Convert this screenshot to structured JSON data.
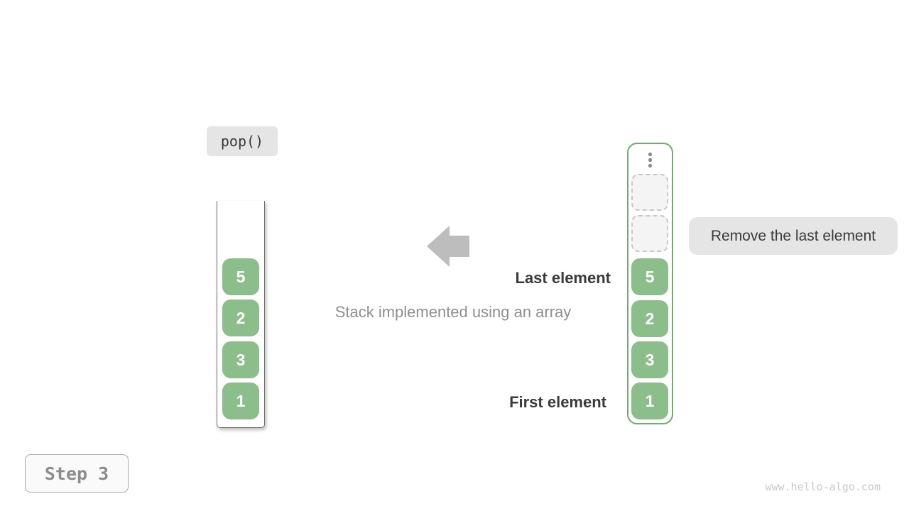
{
  "labels": {
    "operation": "pop()",
    "remove_annotation": "Remove the last element",
    "last_element": "Last element",
    "first_element": "First element",
    "caption": "Stack implemented using an array",
    "step": "Step 3",
    "watermark": "www.hello-algo.com"
  },
  "stack": {
    "description": "stack view, top to bottom",
    "values": [
      "5",
      "2",
      "3",
      "1"
    ]
  },
  "array": {
    "description": "array view, top to bottom",
    "empty_slot_count": 2,
    "values": [
      "5",
      "2",
      "3",
      "1"
    ]
  },
  "icons": {
    "arrow": "left-arrow-icon",
    "ellipsis": "vertical-ellipsis-icon"
  },
  "colors": {
    "element_green": "#8BBE8A",
    "array_border_green": "#6FAC6D",
    "chip_gray": "#E5E5E5",
    "arrow_gray": "#BDBDBD",
    "text_dark": "#3A3A3A",
    "text_muted": "#8F8F8F",
    "step_border": "#ABABAB",
    "watermark_gray": "#C9C9C9"
  }
}
